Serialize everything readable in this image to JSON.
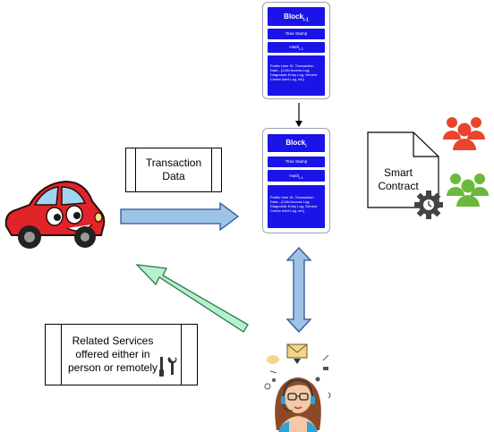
{
  "block_prev": {
    "title_main": "Block",
    "title_sub": "i-1",
    "timestamp": "Time Stamp",
    "hash_main": "Hash",
    "hash_sub": "i-2",
    "body": "Public User ID, Transaction Data - {CAN Access Log, Diagnostic Entry Log, Service Center Alert Log, etc}"
  },
  "block_curr": {
    "title_main": "Block",
    "title_sub": "i",
    "timestamp": "Time Stamp",
    "hash_main": "Hash",
    "hash_sub": "i-1",
    "body": "Public User ID, Transaction Data - {CAN Access Log, Diagnostic Entry Log, Service Center Alert Log, etc}"
  },
  "transaction_box": {
    "line1": "Transaction",
    "line2": "Data"
  },
  "smart_contract": {
    "line1": "Smart",
    "line2": "Contract"
  },
  "services_box": {
    "line1": "Related Services",
    "line2": "offered either in",
    "line3": "person or remotely"
  },
  "colors": {
    "block_blue": "#1a14e8",
    "arrow_blue": "#9dc3e6",
    "arrow_green": "#b6f0cc",
    "users_red": "#e8452c",
    "users_green": "#6ab83c",
    "car_red": "#e0242a"
  },
  "icons": [
    "car-icon",
    "users-icon",
    "gear-icon",
    "tools-icon",
    "support-agent-icon"
  ]
}
